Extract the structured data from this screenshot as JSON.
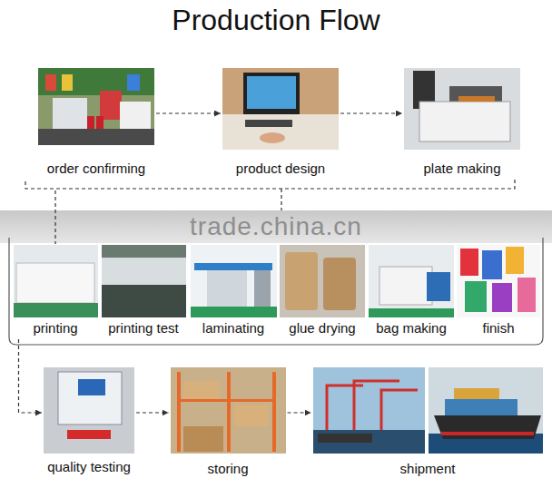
{
  "diagram": {
    "title": "Production Flow",
    "nodes": [
      {
        "text": [
          "order confirming"
        ]
      },
      {
        "text": [
          "product design"
        ]
      },
      {
        "text": [
          "plate making"
        ]
      },
      {
        "text": [
          "printing"
        ]
      },
      {
        "text": [
          "printing test"
        ]
      },
      {
        "text": [
          "laminating"
        ]
      },
      {
        "text": [
          "glue drying"
        ]
      },
      {
        "text": [
          "bag making"
        ]
      },
      {
        "text": [
          "finish"
        ]
      },
      {
        "text": [
          "quality testing"
        ]
      },
      {
        "text": [
          "storing"
        ]
      },
      {
        "text": [
          "shipment"
        ]
      }
    ],
    "edges": [
      {
        "from": 0,
        "to": 1,
        "arrow": "to"
      },
      {
        "from": 1,
        "to": 2,
        "arrow": "to"
      },
      {
        "from": 2,
        "to": 3,
        "arrow": "none"
      },
      {
        "from": 3,
        "to": 9,
        "arrow": "to"
      },
      {
        "from": 9,
        "to": 10,
        "arrow": "to"
      },
      {
        "from": 10,
        "to": 11,
        "arrow": "to"
      }
    ],
    "labels": [
      "trade.china.cn"
    ]
  }
}
